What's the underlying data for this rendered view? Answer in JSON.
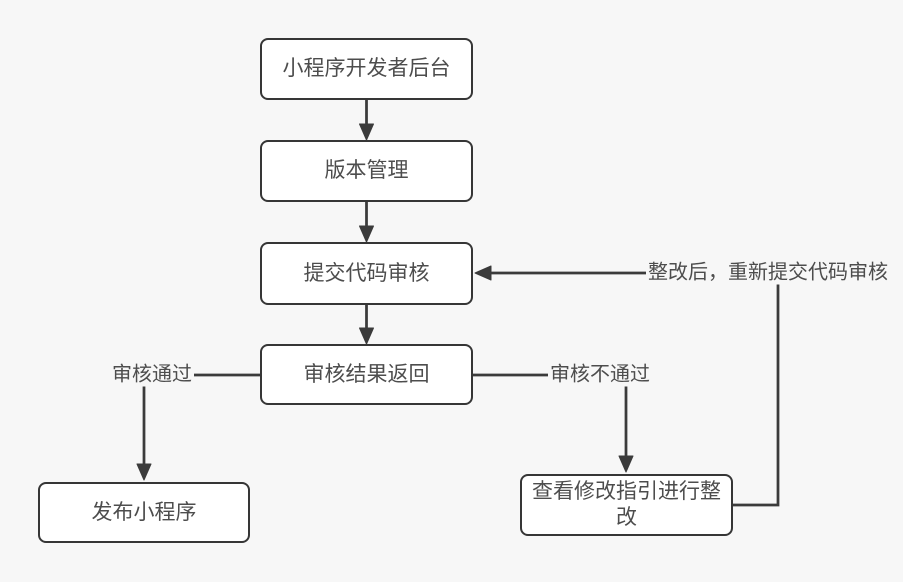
{
  "diagram": {
    "nodes": [
      {
        "id": "miniprogram-dev-backend",
        "label": "小程序开发者后台"
      },
      {
        "id": "version-management",
        "label": "版本管理"
      },
      {
        "id": "submit-code-review",
        "label": "提交代码审核"
      },
      {
        "id": "review-result-returned",
        "label": "审核结果返回"
      },
      {
        "id": "publish-miniprogram",
        "label": "发布小程序"
      },
      {
        "id": "view-modification-guide",
        "label": "查看修改指引进行整改"
      }
    ],
    "edge_labels": [
      {
        "id": "review-passed",
        "text": "审核通过"
      },
      {
        "id": "review-not-passed",
        "text": "审核不通过"
      },
      {
        "id": "resubmit-after-fix",
        "text": "整改后，重新提交代码审核"
      }
    ],
    "colors": {
      "background": "#f7f7f7",
      "node_fill": "#ffffff",
      "node_border": "#363636",
      "connector": "#3b3b3b",
      "text": "#4d4d4d"
    }
  }
}
